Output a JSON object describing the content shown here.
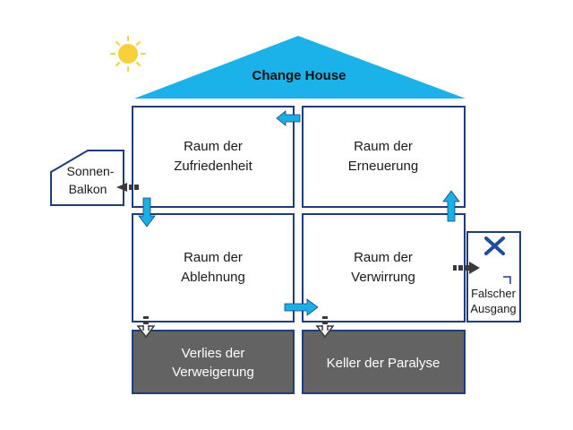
{
  "roof": {
    "title": "Change House"
  },
  "rooms": {
    "top_left": {
      "line1": "Raum der",
      "line2": "Zufriedenheit"
    },
    "top_right": {
      "line1": "Raum der",
      "line2": "Erneuerung"
    },
    "bottom_left": {
      "line1": "Raum der",
      "line2": "Ablehnung"
    },
    "bottom_right": {
      "line1": "Raum der",
      "line2": "Verwirrung"
    }
  },
  "basement": {
    "left": {
      "line1": "Verlies der",
      "line2": "Verweigerung"
    },
    "right": {
      "label": "Keller der Paralyse"
    }
  },
  "balcony": {
    "line1": "Sonnen-",
    "line2": "Balkon"
  },
  "false_exit": {
    "line1": "Falscher",
    "line2": "Ausgang"
  },
  "colors": {
    "roof": "#1ab2e8",
    "room_border": "#1f3d7a",
    "basement_fill": "#636363",
    "basement_border": "#1f3d7a",
    "arrow_blue": "#19b0e6",
    "arrow_dark": "#3a3a3a",
    "sun": "#f7d03c",
    "x_mark": "#1f4e9a"
  }
}
